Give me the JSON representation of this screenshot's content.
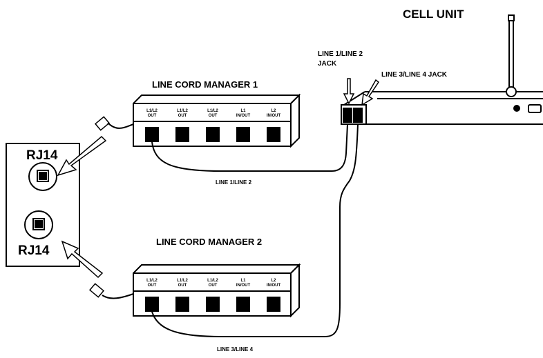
{
  "labels": {
    "cell_unit": "CELL UNIT",
    "jack_1_2": "LINE 1/LINE 2",
    "jack_1_2_sub": "JACK",
    "jack_3_4": "LINE 3/LINE 4 JACK",
    "manager_1": "LINE CORD MANAGER 1",
    "manager_2": "LINE CORD MANAGER 2",
    "rj14_top": "RJ14",
    "rj14_bottom": "RJ14",
    "cable_1": "LINE 1/LINE 2",
    "cable_2": "LINE 3/LINE 4"
  },
  "manager_1_ports": [
    {
      "top": "L1/L2",
      "bottom": "OUT"
    },
    {
      "top": "L1/L2",
      "bottom": "OUT"
    },
    {
      "top": "L1/L2",
      "bottom": "OUT"
    },
    {
      "top": "L1",
      "bottom": "IN/OUT"
    },
    {
      "top": "L2",
      "bottom": "IN/OUT"
    }
  ],
  "manager_2_ports": [
    {
      "top": "L1/L2",
      "bottom": "OUT"
    },
    {
      "top": "L1/L2",
      "bottom": "OUT"
    },
    {
      "top": "L1/L2",
      "bottom": "OUT"
    },
    {
      "top": "L1",
      "bottom": "IN/OUT"
    },
    {
      "top": "L2",
      "bottom": "IN/OUT"
    }
  ]
}
